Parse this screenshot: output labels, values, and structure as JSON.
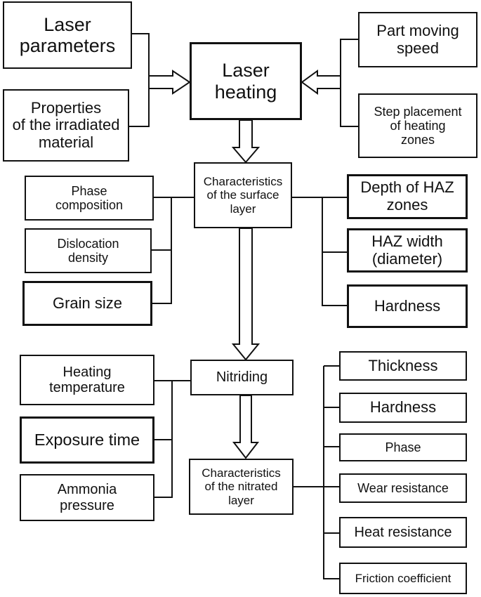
{
  "center": {
    "laser_heating": "Laser\nheating",
    "surface_characteristics": "Characteristics\nof the surface\nlayer",
    "nitriding": "Nitriding",
    "nitrated_characteristics": "Characteristics\nof the nitrated\nlayer"
  },
  "heating_inputs": {
    "laser_parameters": "Laser\nparameters",
    "irradiated_material": "Properties\nof the irradiated\nmaterial",
    "part_moving_speed": "Part moving\nspeed",
    "step_placement": "Step placement\nof heating\nzones"
  },
  "surface_left": {
    "phase_composition": "Phase\ncomposition",
    "dislocation_density": "Dislocation\ndensity",
    "grain_size": "Grain size"
  },
  "surface_right": {
    "haz_depth": "Depth of HAZ\nzones",
    "haz_width": "HAZ width\n(diameter)",
    "hardness": "Hardness"
  },
  "nitriding_inputs": {
    "heating_temperature": "Heating\ntemperature",
    "exposure_time": "Exposure time",
    "ammonia_pressure": "Ammonia\npressure"
  },
  "nitrated_outputs": {
    "thickness": "Thickness",
    "hardness": "Hardness",
    "phase": "Phase",
    "wear_resistance": "Wear resistance",
    "heat_resistance": "Heat resistance",
    "friction_coefficient": "Friction coefficient"
  }
}
